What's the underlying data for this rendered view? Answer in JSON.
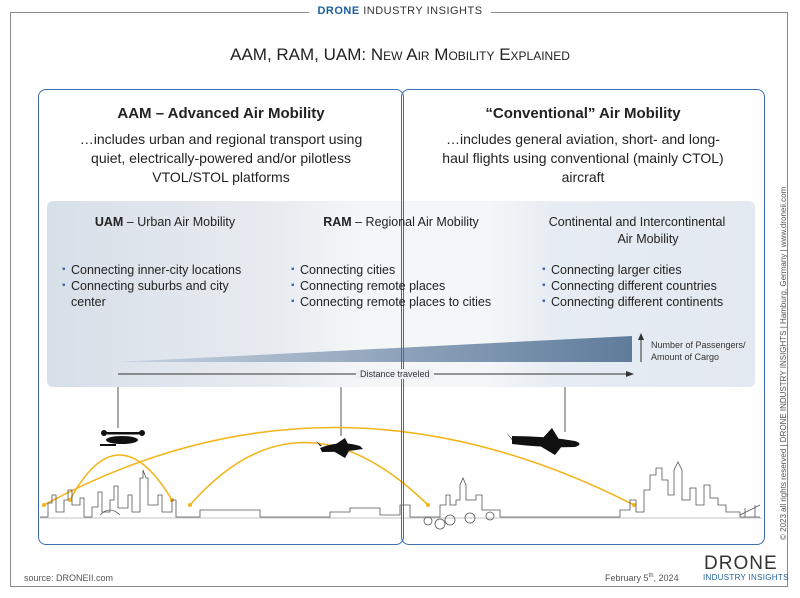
{
  "brand_header": {
    "strong": "DRONE",
    "rest": " INDUSTRY INSIGHTS"
  },
  "title": "AAM, RAM, UAM: New Air Mobility Explained",
  "left_panel": {
    "heading": "AAM – Advanced Air Mobility",
    "desc": [
      "…includes urban and regional transport using",
      "quiet, electrically-powered and/or pilotless",
      "VTOL/STOL platforms"
    ]
  },
  "right_panel": {
    "heading": "“Conventional” Air Mobility",
    "desc": [
      "…includes general aviation, short- and long-",
      "haul flights using conventional (mainly CTOL)",
      "aircraft"
    ]
  },
  "categories": [
    {
      "abbr": "UAM",
      "name": " – Urban Air Mobility",
      "items": [
        "Connecting inner-city locations",
        "Connecting suburbs and city",
        "center"
      ]
    },
    {
      "abbr": "RAM",
      "name": " – Regional Air Mobility",
      "items": [
        "Connecting cities",
        "Connecting remote places",
        "Connecting remote places to cities"
      ]
    },
    {
      "abbr": "",
      "name": "",
      "title_lines": [
        "Continental and Intercontinental",
        "Air Mobility"
      ],
      "items": [
        "Connecting larger cities",
        "Connecting different countries",
        "Connecting different continents"
      ]
    }
  ],
  "passengers_label": [
    "Number of Passengers/",
    "Amount of Cargo"
  ],
  "distance_label": "Distance traveled",
  "vertical_credit": "© 2023 all rights reserved  |  DRONE INDUSTRY INSIGHTS  |  Hamburg, Germany  |  www.droneii.com",
  "source": "source: DRONEII.com",
  "date": {
    "main": "February 5",
    "sup": "th",
    "year": ", 2024"
  },
  "logo": {
    "big": "DRONE",
    "small": "INDUSTRY INSIGHTS"
  },
  "colors": {
    "accent": "#3b6fb0",
    "arc": "#f2b51c",
    "band": "#e3e9f0",
    "wedge": "#6f8aa8"
  }
}
